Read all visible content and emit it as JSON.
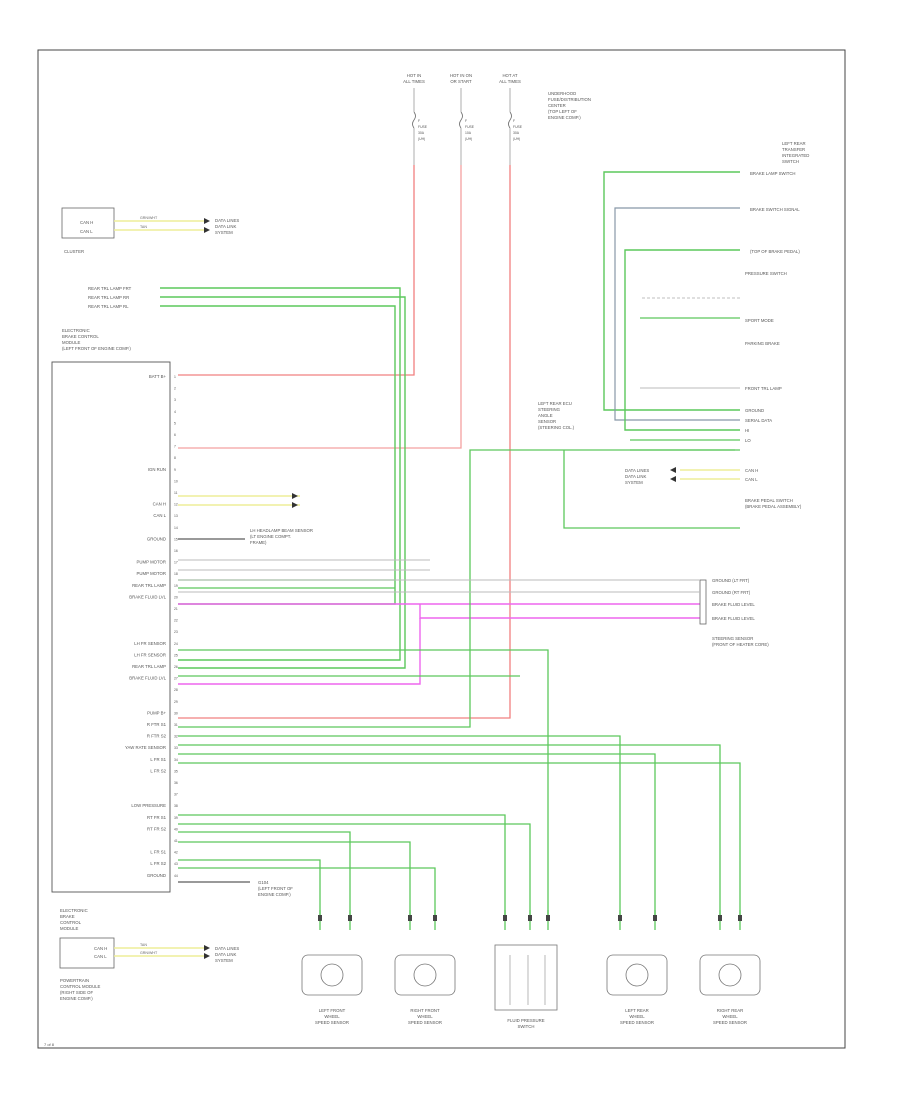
{
  "colors": {
    "frame": "#444444",
    "red": "#f08080",
    "green": "#5cc85c",
    "pink": "#ee66ee",
    "yellow": "#eeee99",
    "blue_gray": "#8898a8",
    "black": "#333333",
    "gray": "#bbbbbb"
  },
  "power_sources": [
    {
      "line1": "HOT IN",
      "line2": "ALL TIMES"
    },
    {
      "line1": "HOT IN ON",
      "line2": "OR START"
    },
    {
      "line1": "HOT AT",
      "line2": "ALL TIMES"
    }
  ],
  "fuse_labels": [
    {
      "line1": "F",
      "line2": "FUSE",
      "line3": "30A",
      "line4": "(UH)"
    },
    {
      "line1": "F",
      "line2": "FUSE",
      "line3": "10A",
      "line4": "(UH)"
    },
    {
      "line1": "F",
      "line2": "FUSE",
      "line3": "30A",
      "line4": "(UH)"
    }
  ],
  "underhood_fuse_block": {
    "line1": "UNDERHOOD",
    "line2": "FUSE/DISTRIBUTION",
    "line3": "CENTER",
    "line4": "(TOP LEFT OF",
    "line5": "ENGINE COMP.)"
  },
  "cluster": {
    "pin1": "CAN H",
    "pin2": "CAN L",
    "caption": "CLUSTER",
    "wire_colors": [
      "GRN/WHT",
      "TAN"
    ],
    "destination": [
      "DATA LINES",
      "DATA LINK",
      "SYSTEM"
    ]
  },
  "top_left_connections": [
    "REAR TRL LAMP FRT",
    "REAR TRL LAMP RR",
    "REAR TRL LAMP RL"
  ],
  "abs_module": {
    "title": [
      "ELECTRONIC",
      "BRAKE CONTROL",
      "MODULE",
      "(LEFT FRONT OF ENGINE COMP.)"
    ],
    "pins": [
      "BATT B+",
      "",
      "",
      "",
      "",
      "",
      "",
      "",
      "IGN RUN",
      "",
      "",
      "CAN H",
      "CAN L",
      "",
      "GROUND",
      "",
      "PUMP MOTOR",
      "PUMP MOTOR",
      "REAR TRL LAMP",
      "BRAKE FLUID LVL",
      "",
      "",
      "",
      "LH FR SENSOR",
      "LH FR SENSOR",
      "REAR TRL LAMP",
      "BRAKE FLUID LVL",
      "",
      "",
      "PUMP B+",
      "R FTR S1",
      "R FTR S2",
      "YAW RATE SENSOR",
      "L FR S1",
      "L FR S2",
      "",
      "",
      "LOW PRESSURE",
      "RT FR S1",
      "RT FR S2",
      "",
      "L FR S1",
      "L FR S2",
      "GROUND"
    ]
  },
  "abs_grounding": [
    "G104",
    "(LEFT FRONT OF",
    "ENGINE COMP.)"
  ],
  "left_wiring_notes": [
    "LH HEADLAMP BEAM SENSOR",
    "(LT ENGINE COMPT.",
    "FRAME)"
  ],
  "right_top": {
    "module": [
      "LEFT REAR",
      "TRANSFER",
      "INTEGRATED",
      "SWITCH"
    ],
    "labels": [
      "BRAKE LAMP SWITCH",
      "BRAKE SWITCH SIGNAL",
      "(TOP OF BRAKE PEDAL)",
      "PRESSURE SWITCH",
      "SPORT MODE",
      "PARKING BRAKE",
      "FRONT TRL LAMP",
      "GROUND",
      "SERIAL DATA",
      "HI",
      "LO",
      "CAN H",
      "CAN L",
      "BRAKE PEDAL SWITCH",
      "(BRAKE PEDAL ASSEMBLY)"
    ],
    "center_label": [
      "LEFT REAR ECU",
      "STEERING",
      "ANGLE",
      "SENSOR",
      "(STEERING COL.)"
    ],
    "data_link": [
      "DATA LINES",
      "DATA LINK",
      "SYSTEM"
    ]
  },
  "right_middle": {
    "connector_pins": [
      "GROUND (LT FRT)",
      "GROUND (RT FRT)",
      "BRAKE FLUID LEVEL",
      "BRAKE FLUID LEVEL"
    ],
    "caption": [
      "STEERING SENSOR",
      "(FRONT OF HEATER CORE)"
    ]
  },
  "bottom_left_module": {
    "title": [
      "ELECTRONIC",
      "BRAKE",
      "CONTROL",
      "MODULE"
    ],
    "pins": [
      "CAN H",
      "CAN L"
    ],
    "wire_colors": [
      "TAN",
      "GRN/WHT"
    ],
    "destination": [
      "DATA LINES",
      "DATA LINK",
      "SYSTEM"
    ],
    "caption": [
      "POWERTRAIN",
      "CONTROL MODULE",
      "(RIGHT SIDE OF",
      "ENGINE COMP.)"
    ]
  },
  "sensors": [
    {
      "line1": "LEFT FRONT",
      "line2": "WHEEL",
      "line3": "SPEED SENSOR"
    },
    {
      "line1": "RIGHT FRONT",
      "line2": "WHEEL",
      "line3": "SPEED SENSOR"
    },
    {
      "line1": "FLUID PRESSURE",
      "line2": "SWITCH",
      "line3": ""
    },
    {
      "line1": "LEFT REAR",
      "line2": "WHEEL",
      "line3": "SPEED SENSOR"
    },
    {
      "line1": "RIGHT REAR",
      "line2": "WHEEL",
      "line3": "SPEED SENSOR"
    }
  ],
  "footer": "7 of 8"
}
